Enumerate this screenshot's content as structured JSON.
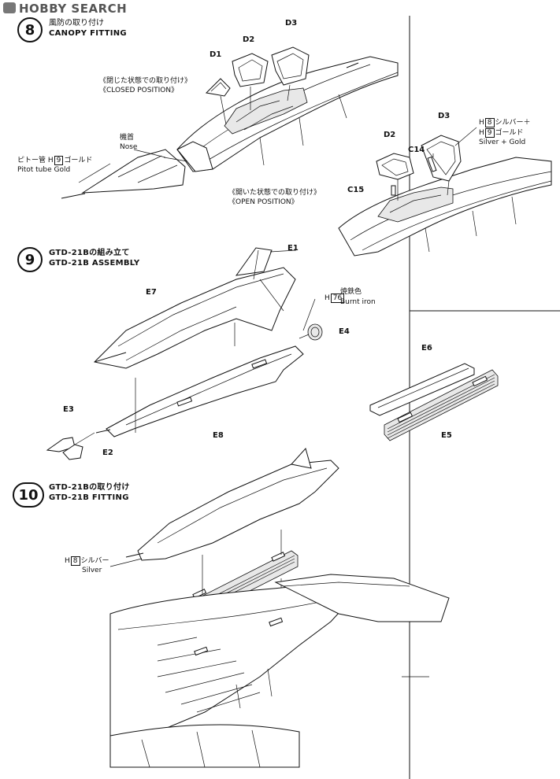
{
  "watermark": "HOBBY SEARCH",
  "steps": [
    {
      "number": "8",
      "title_ja": "風防の取り付け",
      "title_en": "CANOPY FITTING",
      "closed_ja": "《閉じた状態での取り付け》",
      "closed_en": "《CLOSED POSITION》",
      "open_ja": "《開いた状態での取り付け》",
      "open_en": "《OPEN POSITION》",
      "nose_ja": "機首",
      "nose_en": "Nose",
      "pitot_ja": "ピトー管",
      "pitot_paint": "9",
      "pitot_color_ja": "ゴールド",
      "pitot_en": "Pitot tube Gold",
      "parts_closed": [
        "D1",
        "D2",
        "D3"
      ],
      "parts_open": [
        "D2",
        "D3",
        "C14",
        "C15"
      ],
      "paint_h": "H",
      "paint_1": "8",
      "paint_1_ja": "シルバー＋",
      "paint_2": "9",
      "paint_2_ja": "ゴールド",
      "paint_en": "Silver + Gold"
    },
    {
      "number": "9",
      "title_ja": "GTD-21Bの組み立て",
      "title_en": "GTD-21B ASSEMBLY",
      "parts": [
        "E1",
        "E7",
        "E4",
        "E8",
        "E3",
        "E2",
        "E6",
        "E5"
      ],
      "paint_h": "H",
      "paint_code": "76",
      "paint_ja": "焼鉄色",
      "paint_en": "Burnt iron"
    },
    {
      "number": "10",
      "title_ja": "GTD-21Bの取り付け",
      "title_en": "GTD-21B FITTING",
      "paint_h": "H",
      "paint_code": "8",
      "paint_ja": "シルバー",
      "paint_en": "Silver"
    }
  ]
}
